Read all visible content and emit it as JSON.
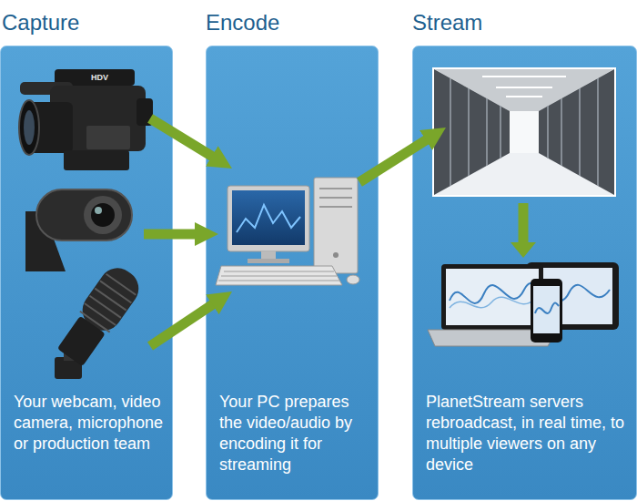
{
  "diagram": {
    "nodes": [
      {
        "text": [
          "Capture",
          "Your webcam, video camera, microphone or production team"
        ]
      },
      {
        "text": [
          "Encode",
          "Your PC prepares the video/audio by encoding it for streaming"
        ]
      },
      {
        "text": [
          "Stream",
          "PlanetStream servers rebroadcast, in real time, to multiple viewers on any device"
        ]
      }
    ],
    "edges": [
      {
        "from": 0,
        "to": 1,
        "arrow": "to"
      },
      {
        "from": 0,
        "to": 1,
        "arrow": "to"
      },
      {
        "from": 0,
        "to": 1,
        "arrow": "to"
      },
      {
        "from": 1,
        "to": 2,
        "arrow": "to"
      }
    ],
    "labels": [
      "HDV"
    ]
  }
}
